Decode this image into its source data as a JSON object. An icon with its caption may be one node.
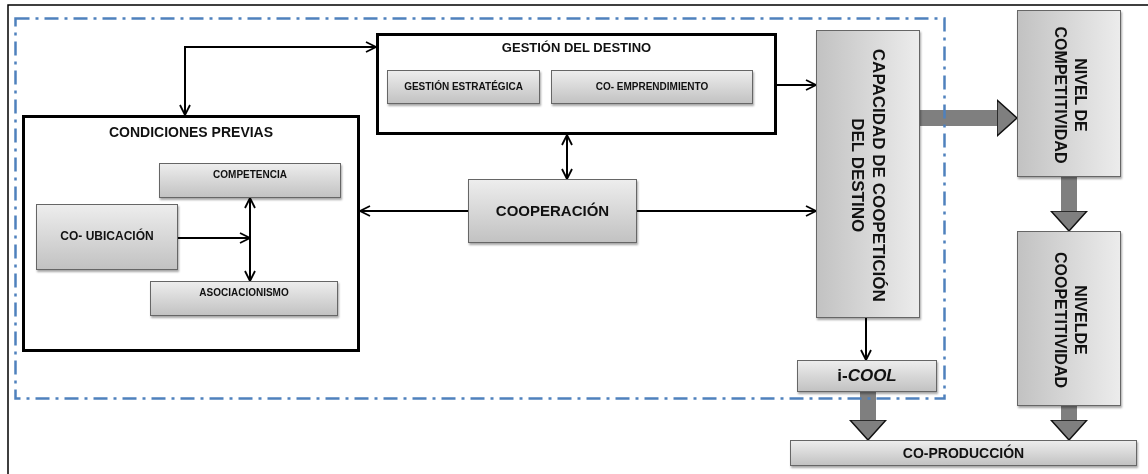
{
  "diagram": {
    "nodes": [
      {
        "text": [],
        "shape": "box"
      },
      {
        "text": [
          "GESTIÓN DEL DESTINO"
        ],
        "in": 0
      },
      {
        "text": [
          "GESTIÓN ESTRATÉGICA"
        ],
        "in": 1
      },
      {
        "text": [
          "CO- EMPRENDIMIENTO"
        ],
        "in": 1
      },
      {
        "text": [
          "CONDICIONES PREVIAS"
        ],
        "in": 0
      },
      {
        "text": [
          "COMPETENCIA"
        ],
        "in": 4
      },
      {
        "text": [
          "CO- UBICACIÓN"
        ],
        "in": 4
      },
      {
        "text": [
          "ASOCIACIONISMO"
        ],
        "in": 4
      },
      {
        "text": [
          "COOPERACIÓN"
        ],
        "in": 0
      },
      {
        "text": [
          "CAPACIDAD DE COOPETICIÓN DEL DESTINO"
        ],
        "in": 0
      },
      {
        "text": [
          "i-*COOL*"
        ],
        "in": 0
      },
      {
        "text": [
          "NIVEL DE COMPETITIVIDAD"
        ]
      },
      {
        "text": [
          "NIVELDE COOPETITIVIDAD"
        ]
      },
      {
        "text": [
          "CO-PRODUCCIÓN"
        ]
      }
    ],
    "edges": [
      {
        "from": 4,
        "to": 1,
        "arrow": "both"
      },
      {
        "from": 1,
        "to": 8,
        "arrow": "both"
      },
      {
        "from": 6,
        "to": null,
        "arrow": "to"
      },
      {
        "from": 5,
        "to": 7,
        "arrow": "both"
      },
      {
        "from": 8,
        "to": 4,
        "arrow": "to"
      },
      {
        "from": 8,
        "to": 9,
        "arrow": "to"
      },
      {
        "from": 1,
        "to": 9,
        "arrow": "to"
      },
      {
        "from": 9,
        "to": 10,
        "arrow": "to"
      },
      {
        "from": 9,
        "to": 11,
        "arrow": "to",
        "style": "thick",
        "color": "#7f7f7f"
      },
      {
        "from": 11,
        "to": 12,
        "arrow": "to",
        "style": "thick",
        "color": "#7f7f7f"
      },
      {
        "from": 10,
        "to": 13,
        "arrow": "to",
        "style": "thick",
        "color": "#7f7f7f"
      },
      {
        "from": 12,
        "to": 13,
        "arrow": "to",
        "style": "thick",
        "color": "#7f7f7f"
      }
    ]
  }
}
